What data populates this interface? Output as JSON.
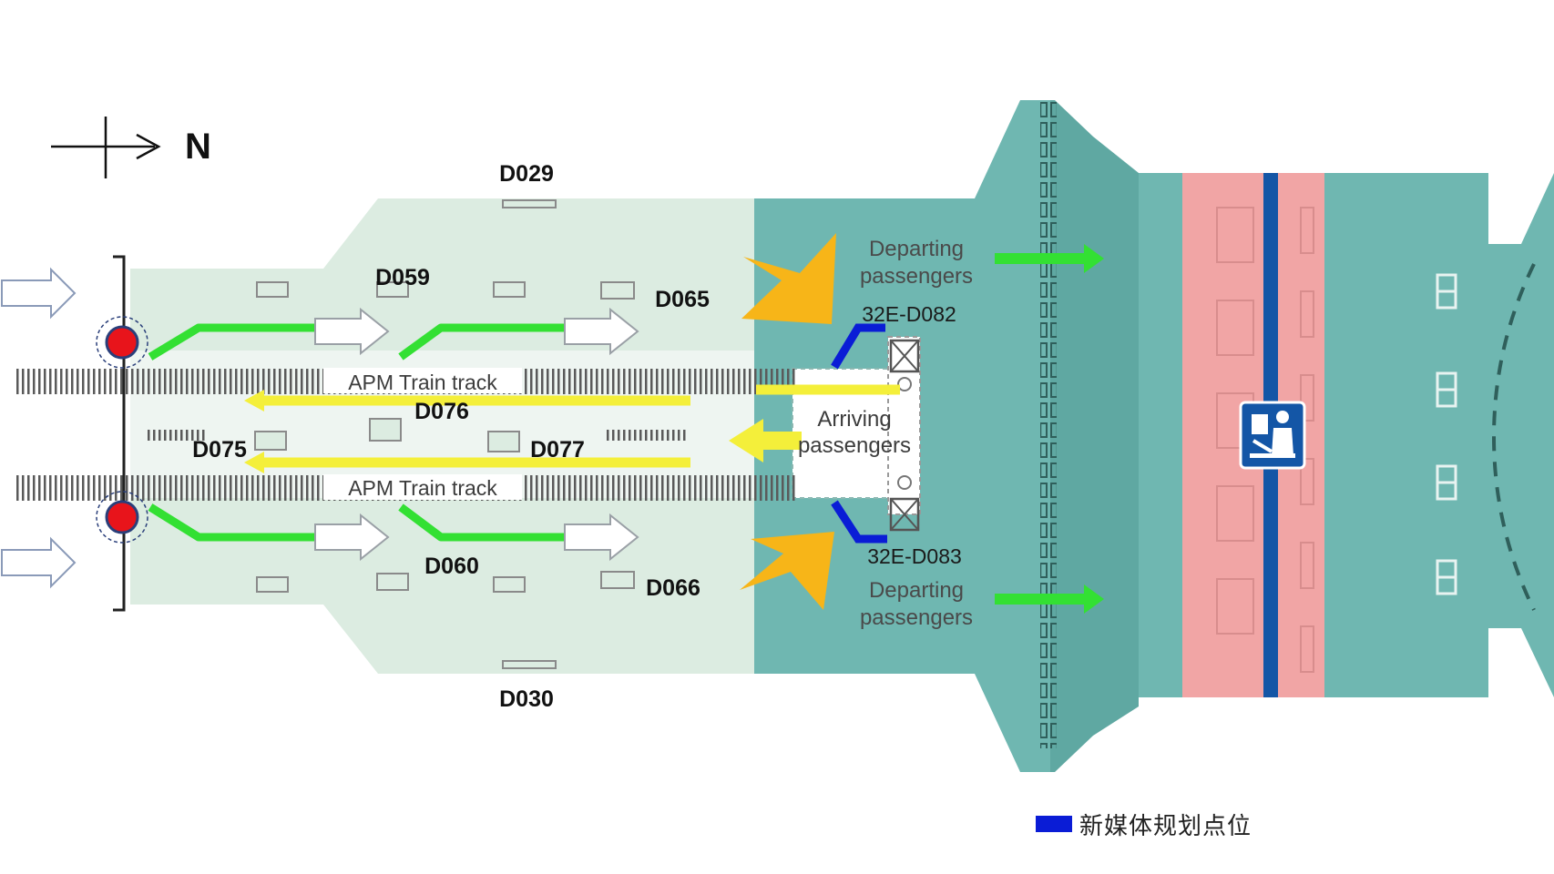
{
  "compass": {
    "label": "N"
  },
  "gates": {
    "top": "D029",
    "bottom": "D030",
    "north_row_left": "D059",
    "north_row_right": "D065",
    "south_row_left": "D060",
    "south_row_right": "D066",
    "center_upper": "D076",
    "center_left": "D075",
    "center_right": "D077"
  },
  "tracks": {
    "upper": "APM Train track",
    "lower": "APM Train track"
  },
  "flows": {
    "departing_top": [
      "Departing",
      "passengers"
    ],
    "departing_bottom": [
      "Departing",
      "passengers"
    ],
    "arriving": [
      "Arriving",
      "passengers"
    ]
  },
  "planned_points": {
    "upper": "32E-D082",
    "lower": "32E-D083"
  },
  "legend": {
    "label": "新媒体规划点位",
    "color": "#0a1cd6"
  },
  "colors": {
    "concourse": "#dcece1",
    "hall": "#6fb7b1",
    "security_zone": "#f1a5a5",
    "departure_flow": "#33e033",
    "arrival_flow": "#f4ef3a",
    "highlight_arrow": "#f7b518",
    "station_marker": "#e8141b",
    "planned_point": "#0a1cd6",
    "security_line": "#1456a6"
  },
  "icons": [
    "compass-arrow-icon",
    "station-marker-icon",
    "entry-arrow-icon",
    "security-check-icon"
  ]
}
